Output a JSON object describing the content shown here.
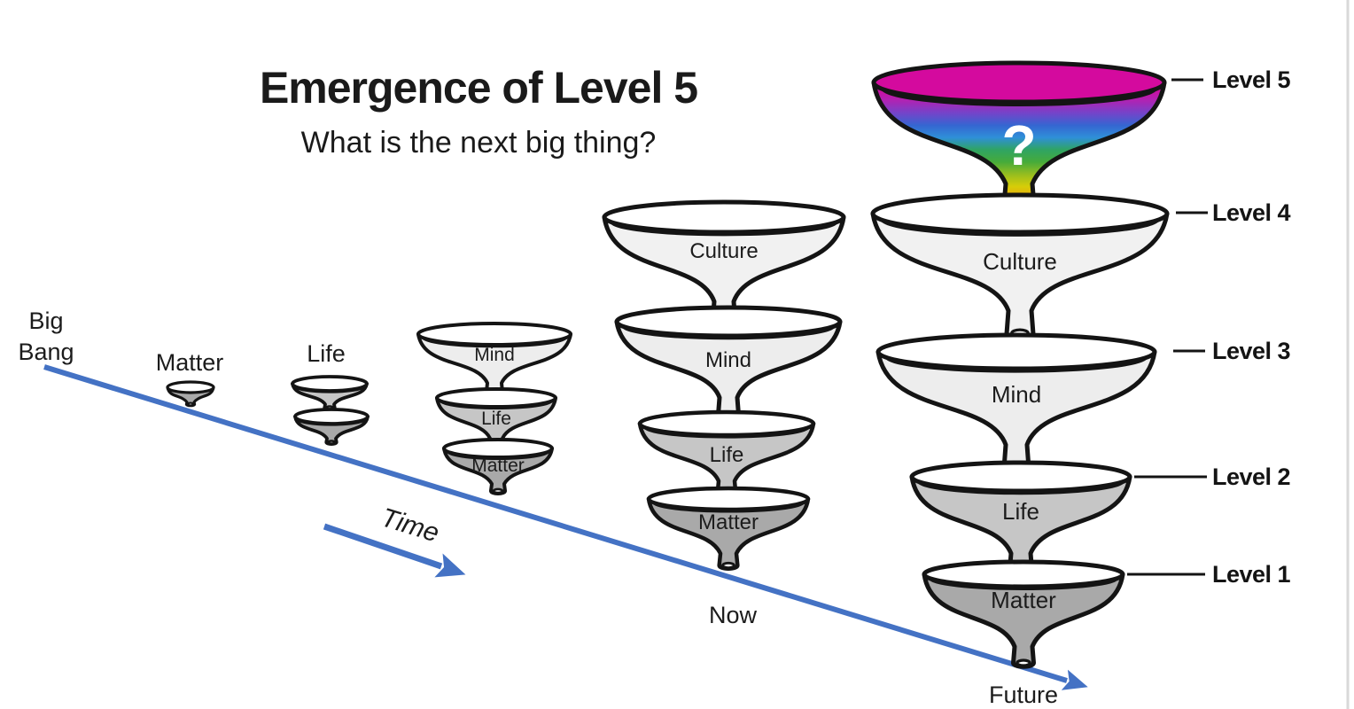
{
  "title": {
    "heading": "Emergence of Level 5",
    "subheading": "What is the next big thing?"
  },
  "timeline": {
    "origin_label_line1": "Big",
    "origin_label_line2": "Bang",
    "time_label": "Time",
    "now_label": "Now",
    "future_label": "Future"
  },
  "levels": [
    {
      "label": "Level 5"
    },
    {
      "label": "Level 4"
    },
    {
      "label": "Level 3"
    },
    {
      "label": "Level 2"
    },
    {
      "label": "Level 1"
    }
  ],
  "stacks": [
    {
      "caption": "Matter",
      "funnels": [
        {
          "tier": "matter",
          "label": ""
        }
      ]
    },
    {
      "caption": "Life",
      "funnels": [
        {
          "tier": "life",
          "label": ""
        },
        {
          "tier": "matter",
          "label": ""
        }
      ]
    },
    {
      "caption": "",
      "funnels": [
        {
          "tier": "mind",
          "label": "Mind"
        },
        {
          "tier": "life",
          "label": "Life"
        },
        {
          "tier": "matter",
          "label": "Matter"
        }
      ]
    },
    {
      "caption": "",
      "funnels": [
        {
          "tier": "culture",
          "label": "Culture"
        },
        {
          "tier": "mind",
          "label": "Mind"
        },
        {
          "tier": "life",
          "label": "Life"
        },
        {
          "tier": "matter",
          "label": "Matter"
        }
      ]
    },
    {
      "caption": "",
      "funnels": [
        {
          "tier": "unknown",
          "label": "?"
        },
        {
          "tier": "culture",
          "label": "Culture"
        },
        {
          "tier": "mind",
          "label": "Mind"
        },
        {
          "tier": "life",
          "label": "Life"
        },
        {
          "tier": "matter",
          "label": "Matter"
        }
      ]
    }
  ],
  "colors": {
    "accent_blue": "#4472c4",
    "outline": "#141414",
    "culture_fill": "#f1f1f1",
    "mind_fill": "#ededed",
    "life_fill": "#c6c6c6",
    "matter_fill": "#a9a9a9",
    "unknown_top": "#d40a9e",
    "rainbow_stops": [
      "#d00b9e",
      "#ae24b4",
      "#7444c9",
      "#3566d1",
      "#2f8fd8",
      "#2fa463",
      "#46ab3a",
      "#95bd20",
      "#d6cd08",
      "#eaa50c",
      "#e2750a"
    ]
  }
}
